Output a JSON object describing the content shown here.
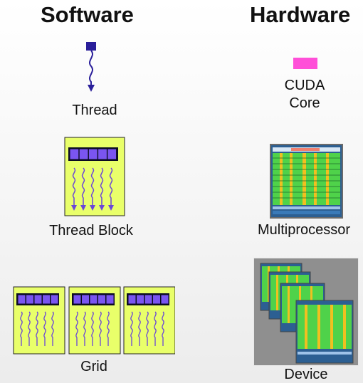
{
  "software": {
    "heading": "Software",
    "thread_label": "Thread",
    "block_label": "Thread Block",
    "grid_label": "Grid"
  },
  "hardware": {
    "heading": "Hardware",
    "core_label_line1": "CUDA",
    "core_label_line2": "Core",
    "sm_label": "Multiprocessor",
    "device_label": "Device"
  },
  "colors": {
    "thread_purple": "#2a1f9a",
    "thread_cell": "#7a55f0",
    "block_bg": "#e9ff6a",
    "cuda_core": "#ff4fd8",
    "sm_green": "#4fd24a",
    "sm_yellow": "#f0c020",
    "sm_blue": "#2c5f92",
    "device_bg": "#8f8f8f"
  }
}
